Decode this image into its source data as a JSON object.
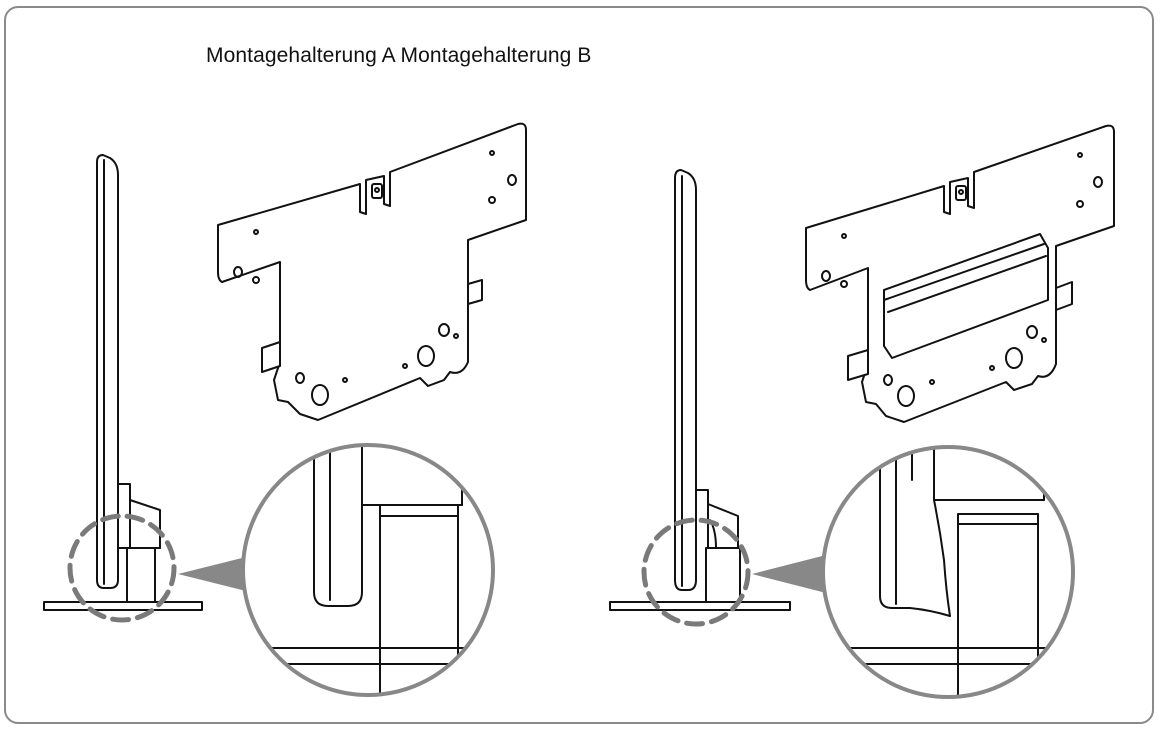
{
  "caption": "Montagehalterung A Montagehalterung B",
  "figures": [
    {
      "id": "a",
      "bracket": "plain",
      "icon": "wall-mount-bracket-icon"
    },
    {
      "id": "b",
      "bracket": "with-cross-brace",
      "icon": "wall-mount-bracket-icon"
    }
  ],
  "colors": {
    "line": "#111111",
    "shade": "#888888",
    "dash": "#7a7a7a",
    "frame": "#8a8a8a"
  }
}
